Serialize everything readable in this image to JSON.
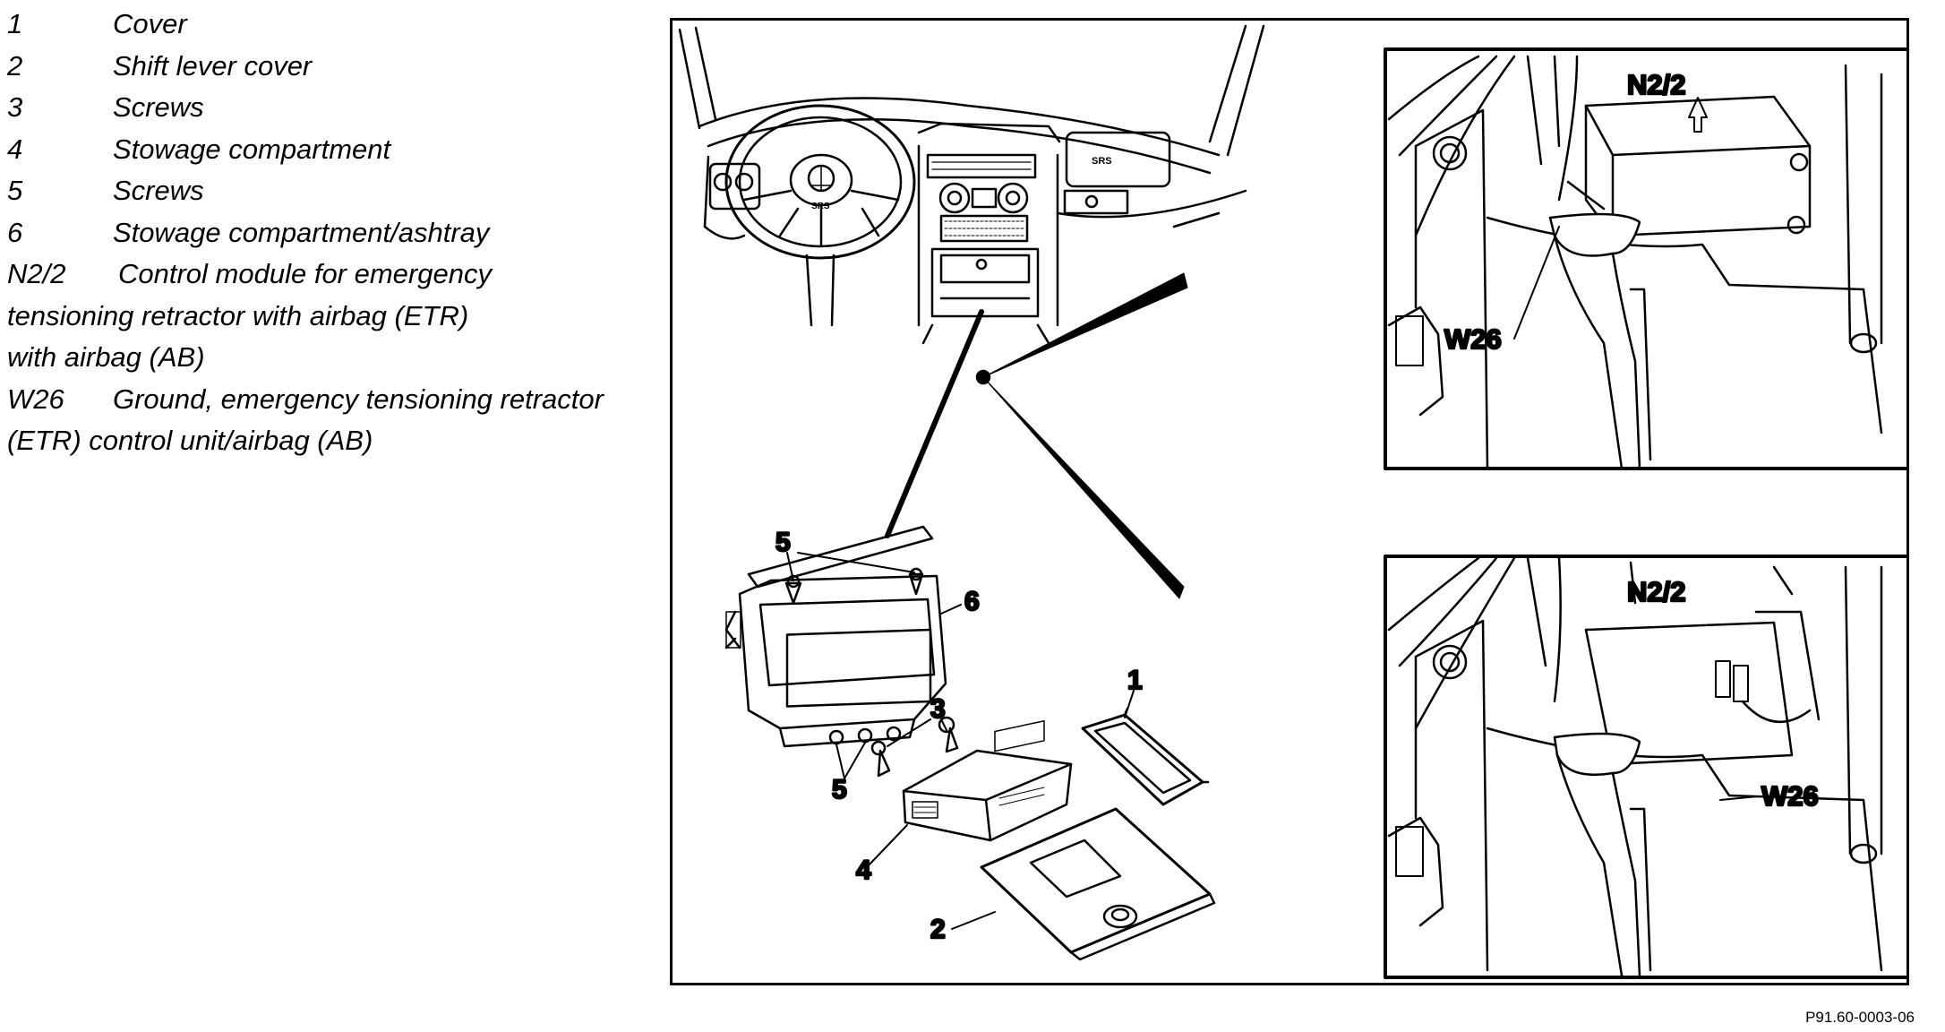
{
  "legend": [
    {
      "num": "1",
      "text": "Cover"
    },
    {
      "num": "2",
      "text": "Shift lever cover"
    },
    {
      "num": "3",
      "text": "Screws"
    },
    {
      "num": "4",
      "text": "Stowage compartment"
    },
    {
      "num": "5",
      "text": "Screws"
    },
    {
      "num": "6",
      "text": "Stowage compartment/ashtray"
    },
    {
      "num": "N2/2",
      "text": "Control module for emergency",
      "cont": [
        "tensioning retractor with airbag (ETR)",
        "with airbag (AB)"
      ]
    },
    {
      "num": "W26",
      "text": "Ground, emergency tensioning retractor",
      "cont": [
        "(ETR) control unit/airbag (AB)"
      ]
    }
  ],
  "callouts": {
    "c1": "1",
    "c2": "2",
    "c3": "3",
    "c4": "4",
    "c5a": "5",
    "c5b": "5",
    "c6": "6"
  },
  "insets": {
    "top": {
      "n22": "N2/2",
      "w26": "W26"
    },
    "bottom": {
      "n22": "N2/2",
      "w26": "W26"
    }
  },
  "figure_id": "P91.60-0003-06",
  "colors": {
    "ink": "#000000",
    "paper": "#ffffff"
  }
}
